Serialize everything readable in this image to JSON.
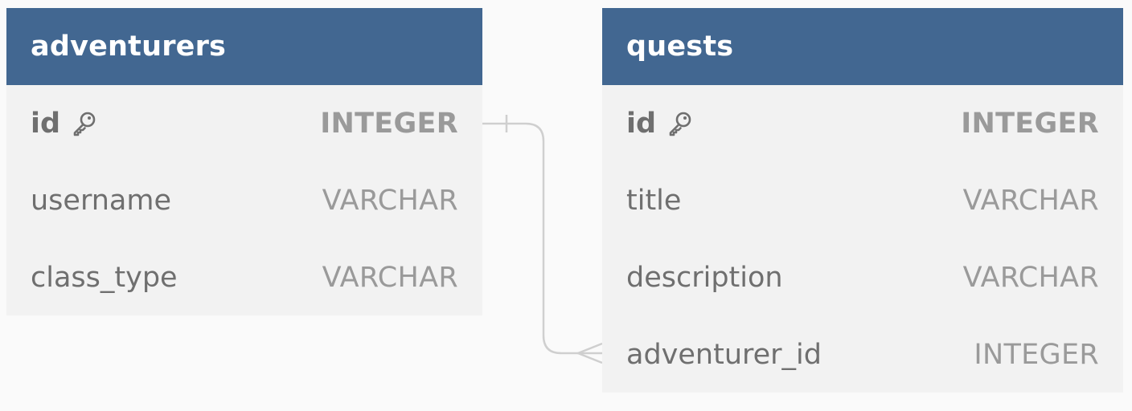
{
  "tables": [
    {
      "title": "adventurers",
      "columns": [
        {
          "name": "id",
          "type": "INTEGER",
          "primary_key": true
        },
        {
          "name": "username",
          "type": "VARCHAR",
          "primary_key": false
        },
        {
          "name": "class_type",
          "type": "VARCHAR",
          "primary_key": false
        }
      ]
    },
    {
      "title": "quests",
      "columns": [
        {
          "name": "id",
          "type": "INTEGER",
          "primary_key": true
        },
        {
          "name": "title",
          "type": "VARCHAR",
          "primary_key": false
        },
        {
          "name": "description",
          "type": "VARCHAR",
          "primary_key": false
        },
        {
          "name": "adventurer_id",
          "type": "INTEGER",
          "primary_key": false
        }
      ]
    }
  ],
  "relations": [
    {
      "from": "adventurers.id",
      "to": "quests.adventurer_id",
      "from_cardinality": "one",
      "to_cardinality": "many"
    }
  ],
  "colors": {
    "header_bg": "#426791",
    "header_text": "#ffffff",
    "table_bg": "#f2f2f2",
    "page_bg": "#fafafa",
    "name_text": "#6f6f6f",
    "type_text": "#9a9a9a",
    "relation_line": "#cfcfcf"
  },
  "icons": {
    "primary_key": "key-icon"
  }
}
